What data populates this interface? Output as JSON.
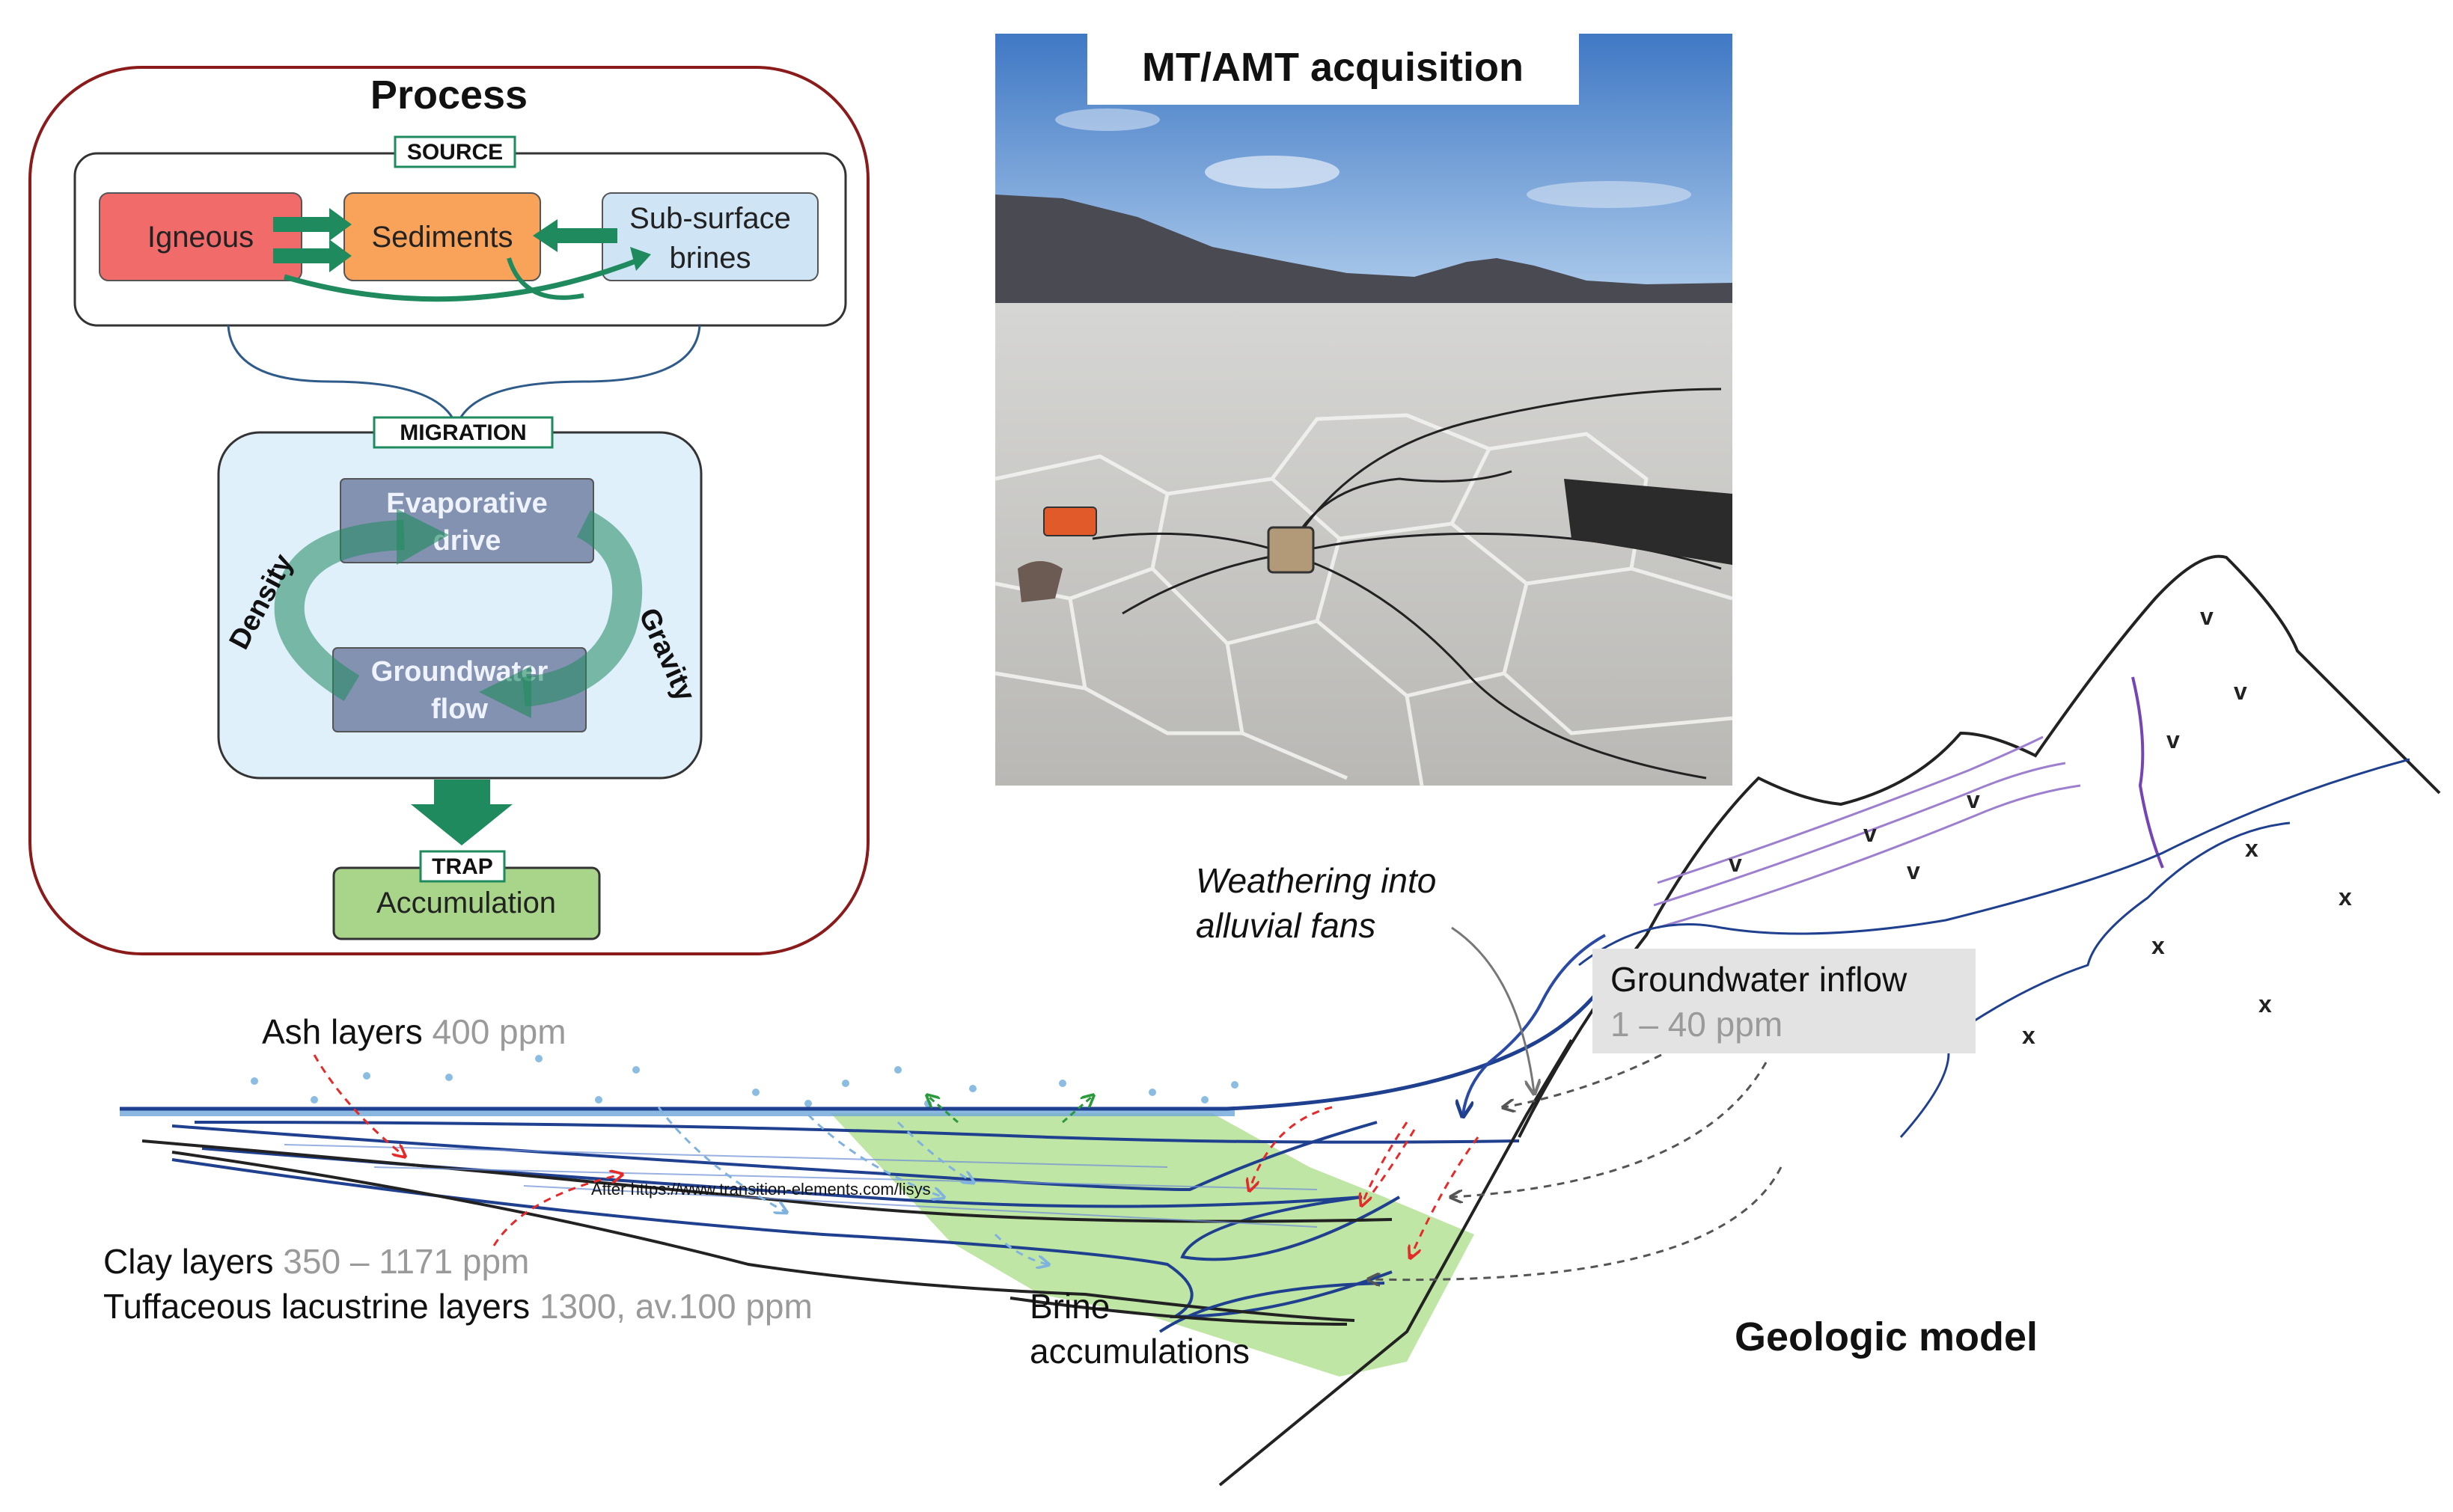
{
  "process": {
    "title": "Process",
    "source_label": "SOURCE",
    "igneous": "Igneous",
    "sediments": "Sediments",
    "brines_line1": "Sub-surface",
    "brines_line2": "brines",
    "migration_label": "MIGRATION",
    "evap_line1": "Evaporative",
    "evap_line2": "drive",
    "gw_line1": "Groundwater",
    "gw_line2": "flow",
    "density": "Density",
    "gravity": "Gravity",
    "trap_label": "TRAP",
    "accumulation": "Accumulation",
    "colors": {
      "frame": "#8b1a1a",
      "igneous": "#f26b6b",
      "sediments": "#f9a25a",
      "brines": "#cfe4f5",
      "migration_bg": "#dff0fb",
      "evap_box": "#8392b0",
      "arrow_green": "#1f8a5e",
      "accumulation": "#a8d58a"
    }
  },
  "photo": {
    "title": "MT/AMT acquisition"
  },
  "geologic": {
    "ash_label": "Ash layers",
    "ash_value": "400 ppm",
    "clay_label": "Clay layers",
    "clay_value": "350 – 1171 ppm",
    "tuff_label": "Tuffaceous lacustrine layers",
    "tuff_value": "1300, av.100 ppm",
    "brine_line1": "Brine",
    "brine_line2": "accumulations",
    "weathering_line1": "Weathering into",
    "weathering_line2": "alluvial fans",
    "gw_inflow": "Groundwater inflow",
    "gw_inflow_value": "1 – 40 ppm",
    "credit": "After https://www.transition-elements.com/lisys",
    "model_title": "Geologic model",
    "symbol_v": "v",
    "symbol_x": "x",
    "colors": {
      "brine_fill": "#b9e39b",
      "layer_blue": "#1f3f8f",
      "purple": "#9d7fcf",
      "red_arrow": "#e52a2a",
      "light_blue_arrow": "#7fb2de",
      "grey_arrow": "#555555",
      "value_grey": "#9a9a9a"
    }
  }
}
